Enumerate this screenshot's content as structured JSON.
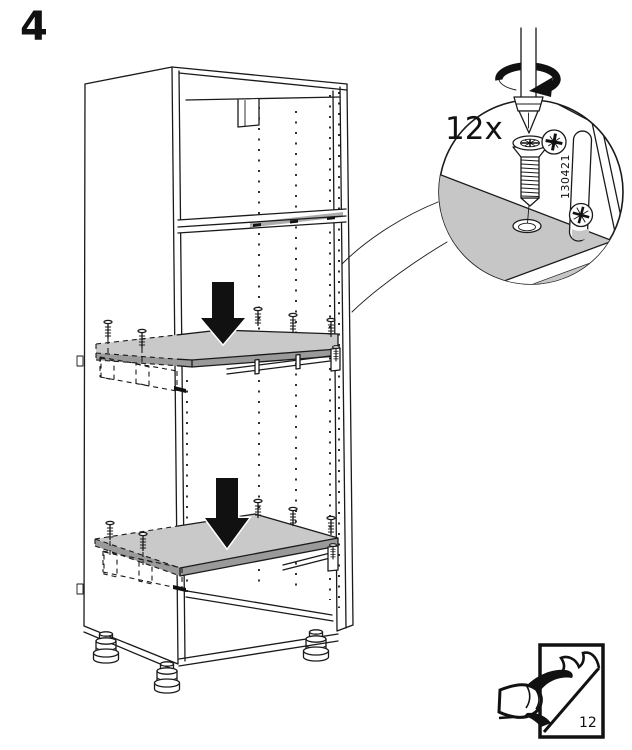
{
  "step": {
    "number": "4"
  },
  "callout": {
    "quantity": "12x",
    "part_number": "130421"
  },
  "page_flip": {
    "page_number": "12"
  },
  "colors": {
    "line": "#1a1a1a",
    "shelf_gray": "#c9c9c9",
    "shelf_edge": "#9a9a9a",
    "detail_gray": "#c6c6c6",
    "arrow_black": "#111111"
  }
}
